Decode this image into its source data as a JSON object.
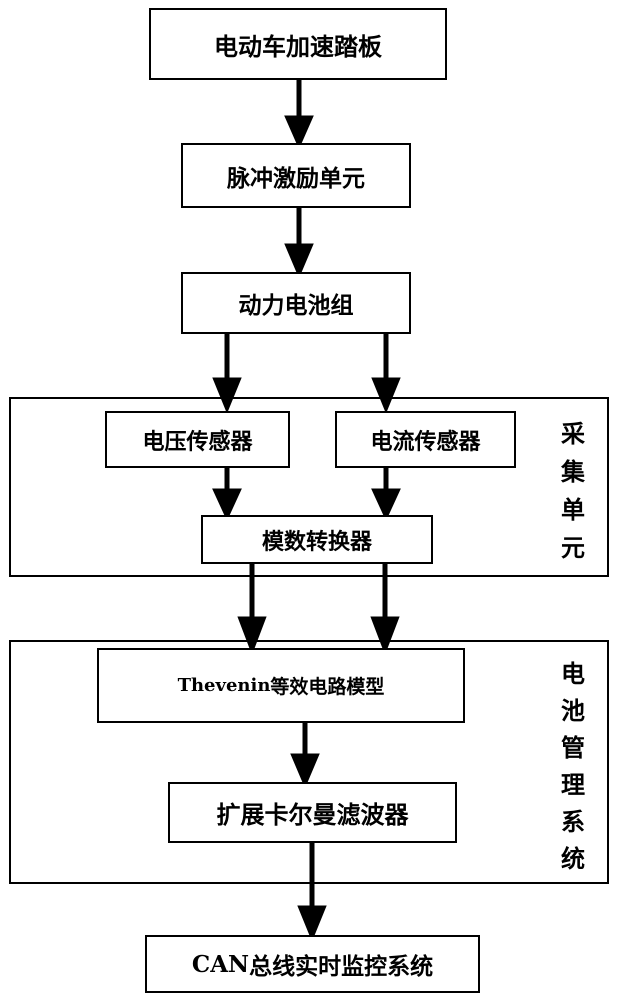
{
  "nodes": {
    "pedal": "电动车加速踏板",
    "pulse": "脉冲激励单元",
    "battery": "动力电池组",
    "voltage_sensor": "电压传感器",
    "current_sensor": "电流传感器",
    "adc": "模数转换器",
    "thevenin_en": "Thevenin",
    "thevenin_cn": "等效电路模型",
    "ekf": "扩展卡尔曼滤波器",
    "can_en": "CAN",
    "can_cn": "总线实时监控系统"
  },
  "groups": {
    "acquisition": [
      "采",
      "集",
      "单",
      "元"
    ],
    "bms": [
      "电",
      "池",
      "管",
      "理",
      "系",
      "统"
    ]
  }
}
